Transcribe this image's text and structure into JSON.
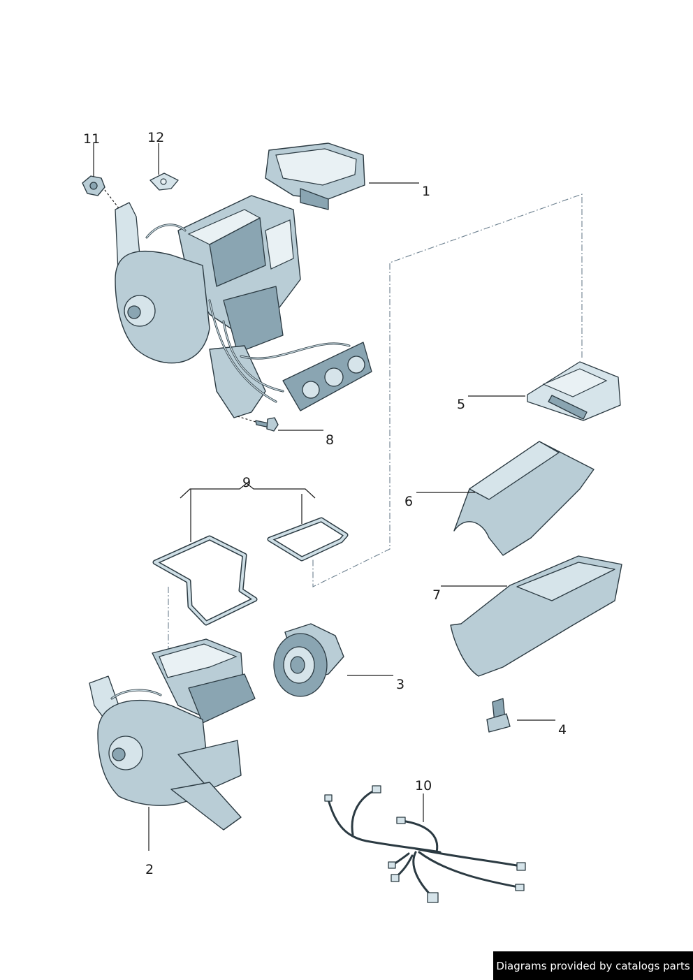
{
  "labels": {
    "p1": "1",
    "p2": "2",
    "p3": "3",
    "p4": "4",
    "p5": "5",
    "p6": "6",
    "p7": "7",
    "p8": "8",
    "p9": "9",
    "p10": "10",
    "p11": "11",
    "p12": "12"
  },
  "footer": {
    "credit": "Diagrams provided by catalogs parts"
  },
  "colors": {
    "part_fill": "#b9cdd6",
    "outline": "#2b3a42",
    "dash_line": "#6b7f8e",
    "credit_bg": "#000000"
  }
}
